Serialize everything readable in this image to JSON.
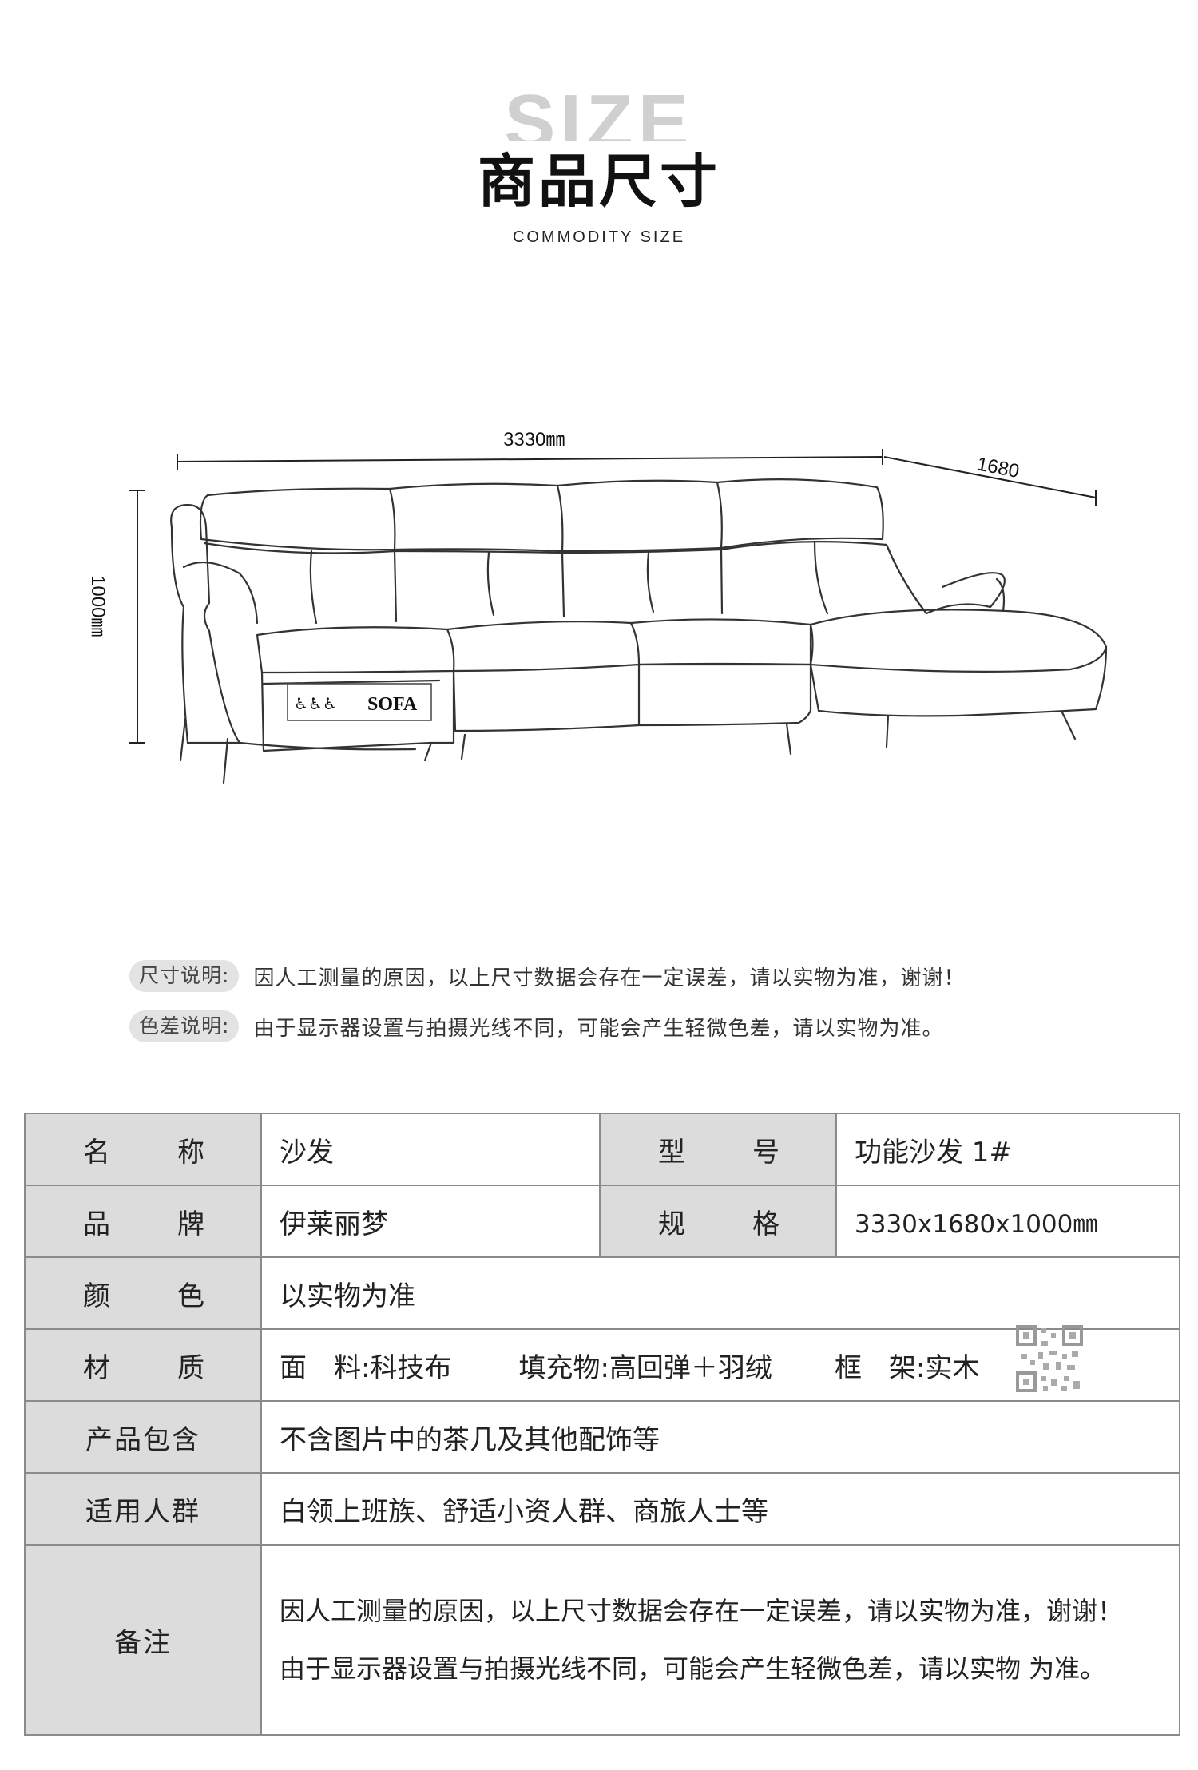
{
  "header": {
    "watermark": "SIZE",
    "title": "商品尺寸",
    "subtitle": "COMMODITY SIZE"
  },
  "diagram": {
    "width_label": "3330㎜",
    "depth_label": "1680",
    "height_label": "1000㎜",
    "badge_text": "SOFA"
  },
  "notes": [
    {
      "label": "尺寸说明:",
      "text": "因人工测量的原因，以上尺寸数据会存在一定误差，请以实物为准，谢谢！"
    },
    {
      "label": "色差说明:",
      "text": "由于显示器设置与拍摄光线不同，可能会产生轻微色差，请以实物为准。"
    }
  ],
  "table": {
    "name_label": [
      "名",
      "称"
    ],
    "name_value": "沙发",
    "model_label": [
      "型",
      "号"
    ],
    "model_value": "功能沙发 1#",
    "brand_label": [
      "品",
      "牌"
    ],
    "brand_value": "伊莱丽梦",
    "spec_label": [
      "规",
      "格"
    ],
    "spec_value": "3330x1680x1000㎜",
    "color_label": [
      "颜",
      "色"
    ],
    "color_value": "以实物为准",
    "material_label": [
      "材",
      "质"
    ],
    "material_fabric_label": "面　料:",
    "material_fabric_value": "科技布",
    "material_fill_label": "填充物:",
    "material_fill_value": "高回弹＋羽绒",
    "material_frame_label": "框　架:",
    "material_frame_value": "实木",
    "package_label": "产品包含",
    "package_value": "不含图片中的茶几及其他配饰等",
    "audience_label": "适用人群",
    "audience_value": "白领上班族、舒适小资人群、商旅人士等",
    "remark_label": "备注",
    "remark_lines": [
      "因人工测量的原因，以上尺寸数据会存在一定误差，请以实物为准，谢谢！",
      "由于显示器设置与拍摄光线不同，可能会产生轻微色差，请以实物 为准。"
    ]
  },
  "colors": {
    "header_cell_bg": "#dcdcdc",
    "border": "#8a8a8a",
    "note_label_bg": "#e3e3e3"
  }
}
